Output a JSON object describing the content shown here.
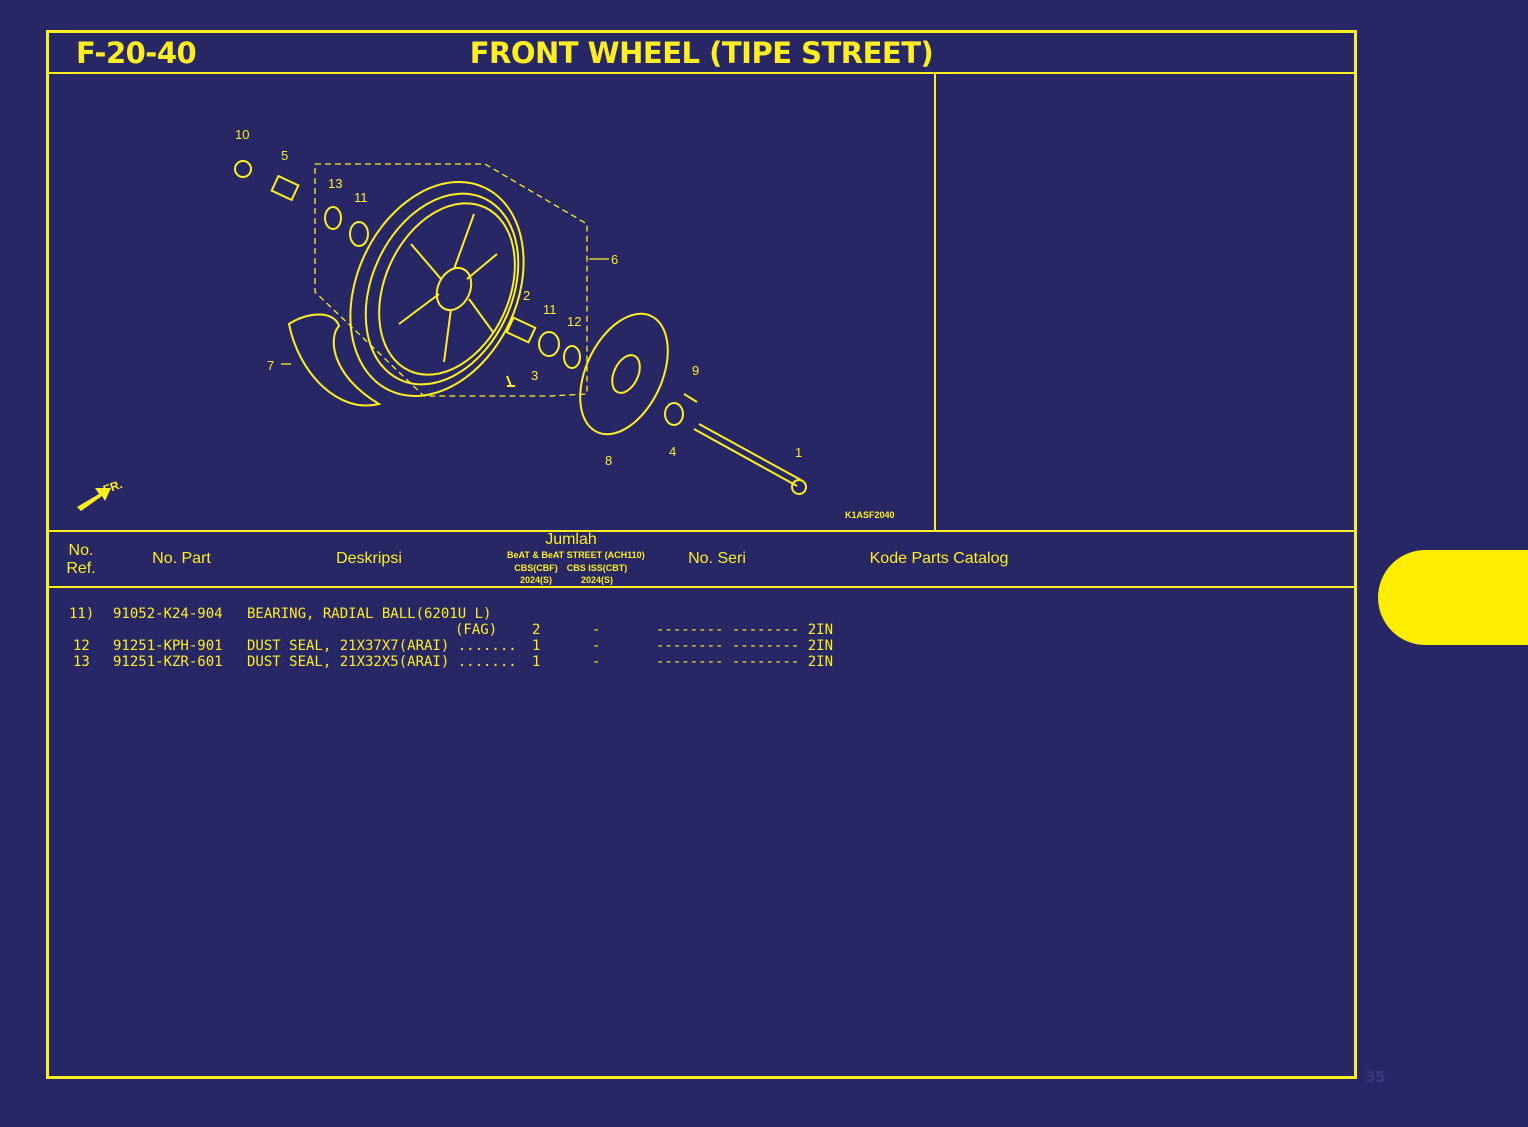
{
  "header": {
    "code": "F-20-40",
    "title": "FRONT WHEEL (TIPE STREET)"
  },
  "diagram": {
    "image_code": "K1ASF2040",
    "front_label": "FR.",
    "callouts": [
      "10",
      "5",
      "13",
      "11",
      "6",
      "2",
      "11",
      "12",
      "7",
      "3",
      "9",
      "8",
      "4",
      "1"
    ]
  },
  "table_header": {
    "ref": "No. Ref.",
    "ref_line1": "No.",
    "ref_line2": "Ref.",
    "part": "No. Part",
    "desc": "Deskripsi",
    "qty": "Jumlah",
    "model": "BeAT & BeAT STREET (ACH110)",
    "variant1": "CBS(CBF)",
    "variant2": "CBS ISS(CBT)",
    "year1": "2024(S)",
    "year2": "2024(S)",
    "serial": "No. Seri",
    "catalog": "Kode Parts Catalog"
  },
  "rows": [
    {
      "ref": "11)",
      "part": "91052-K24-904",
      "desc": "BEARING, RADIAL BALL(6201U L)",
      "desc2": "(FAG)",
      "q1": "2",
      "q2": "-",
      "serial": "-------- -------- 2IN"
    },
    {
      "ref": "12",
      "part": "91251-KPH-901",
      "desc": "DUST SEAL, 21X37X7(ARAI) .......",
      "q1": "1",
      "q2": "-",
      "serial": "-------- -------- 2IN"
    },
    {
      "ref": "13",
      "part": "91251-KZR-601",
      "desc": "DUST SEAL, 21X32X5(ARAI) .......",
      "q1": "1",
      "q2": "-",
      "serial": "-------- -------- 2IN"
    }
  ],
  "page_number": "35"
}
